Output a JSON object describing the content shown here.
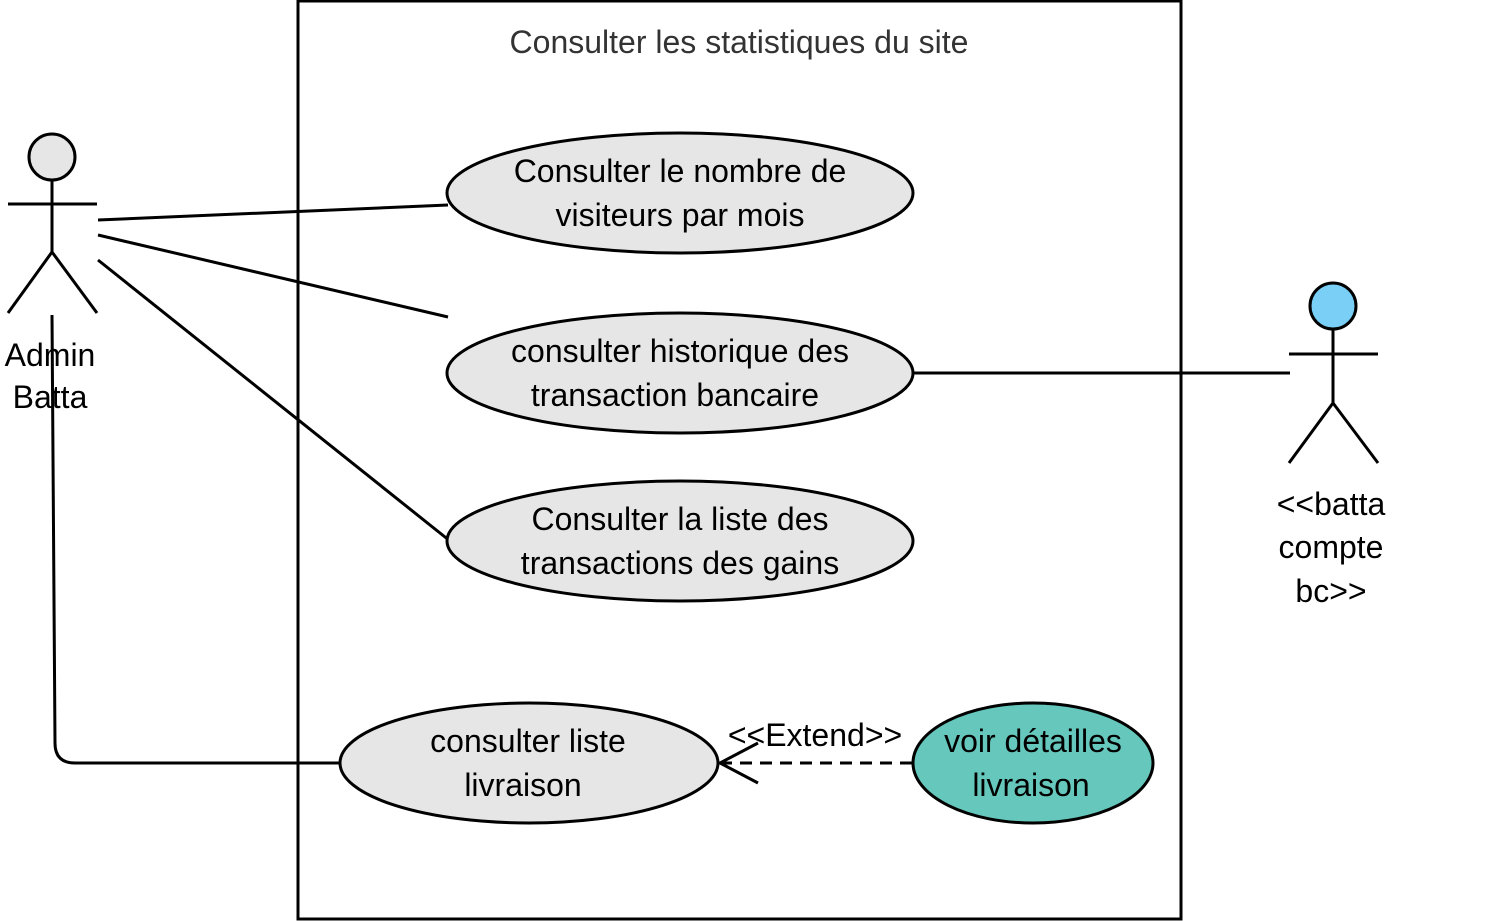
{
  "system": {
    "title": "Consulter les statistiques du site"
  },
  "actors": {
    "admin": {
      "line1": "Admin",
      "line2": "Batta",
      "head_color": "#e6e6e6"
    },
    "bank": {
      "line1": "<<batta",
      "line2": "compte",
      "line3": "bc>>",
      "head_color": "#79cff5"
    }
  },
  "use_cases": {
    "visitors": {
      "line1": "Consulter le nombre de",
      "line2": "visiteurs par mois",
      "fill": "#e6e6e6"
    },
    "bank_history": {
      "line1": "consulter historique des",
      "line2": "transaction bancaire",
      "fill": "#e6e6e6"
    },
    "gains": {
      "line1": "Consulter la liste des",
      "line2": "transactions des gains",
      "fill": "#e6e6e6"
    },
    "deliveries": {
      "line1": "consulter liste",
      "line2": "livraison",
      "fill": "#e6e6e6"
    },
    "delivery_details": {
      "line1": "voir détailles",
      "line2": "livraison",
      "fill": "#66c7bc"
    }
  },
  "relations": {
    "extend_label": "<<Extend>>"
  }
}
